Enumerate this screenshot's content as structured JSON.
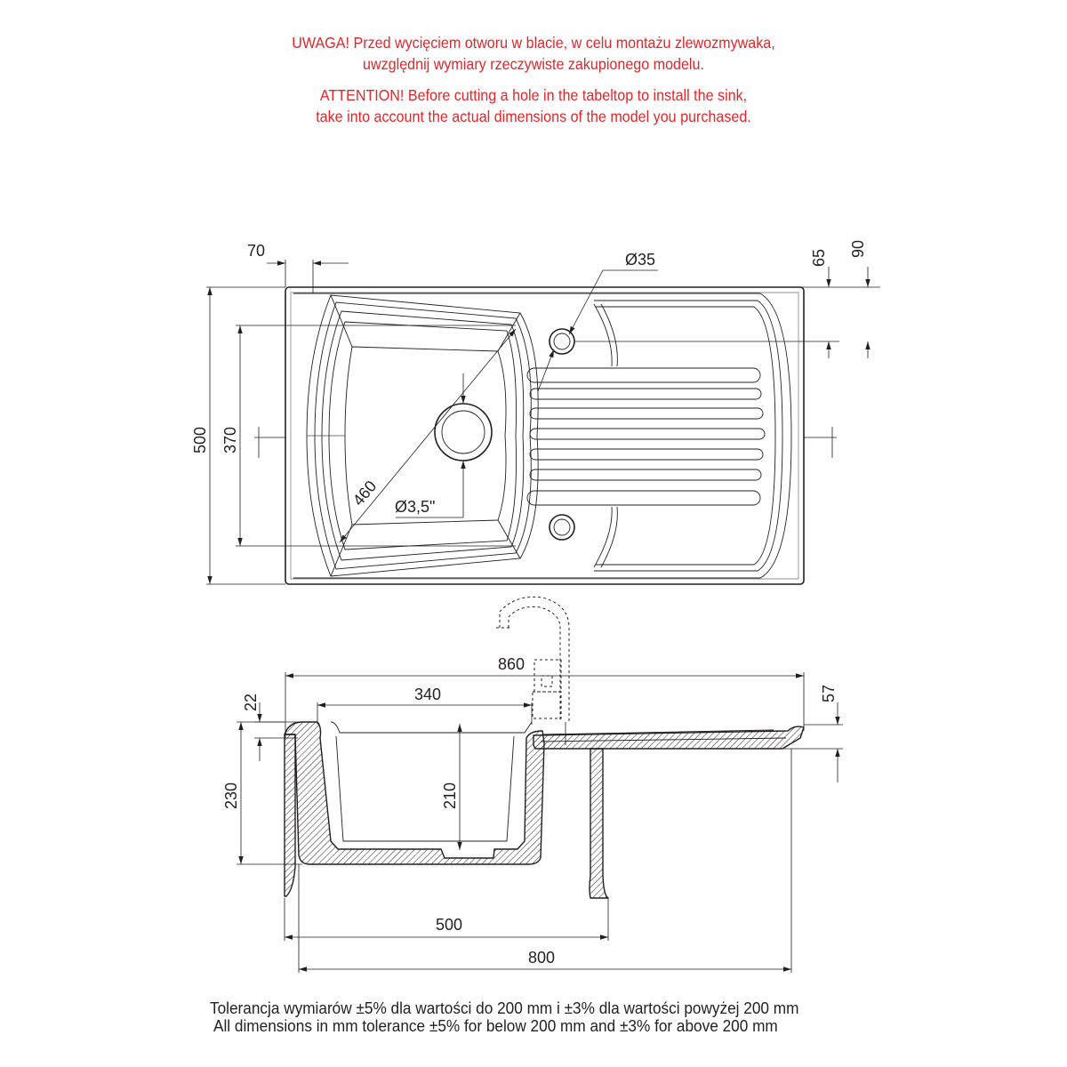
{
  "notice": {
    "pl_line1": "UWAGA! Przed wycięciem otworu w blacie, w celu montażu zlewozmywaka,",
    "pl_line2": "uwzględnij wymiary rzeczywiste zakupionego modelu.",
    "en_line1": "ATTENTION! Before cutting a hole in the tabeltop to install the sink,",
    "en_line2": "take into account the actual dimensions of the model you purchased.",
    "color": "#e3262a"
  },
  "top_view": {
    "dim_70": "70",
    "dim_d35": "Ø35",
    "dim_65": "65",
    "dim_90": "90",
    "dim_500": "500",
    "dim_370": "370",
    "dim_460": "460",
    "dim_d35in": "Ø3,5\""
  },
  "side_view": {
    "dim_860": "860",
    "dim_340": "340",
    "dim_22": "22",
    "dim_57": "57",
    "dim_230": "230",
    "dim_210": "210",
    "dim_500": "500",
    "dim_800": "800"
  },
  "tolerance": {
    "pl": "Tolerancja wymiarów ±5% dla wartości do 200 mm i ±3% dla wartości powyżej 200 mm",
    "en": "All dimensions in mm tolerance ±5% for below 200 mm and ±3% for above 200 mm"
  },
  "colors": {
    "line": "#231f20",
    "background": "#ffffff"
  }
}
